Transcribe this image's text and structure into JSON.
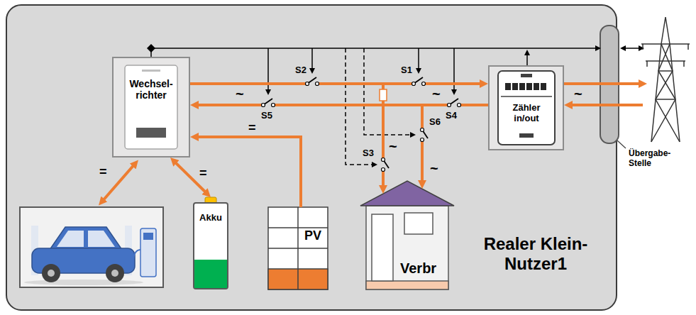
{
  "diagram": {
    "nodes": [
      {
        "text": [
          "Realer Klein-Nutzer1"
        ]
      },
      {
        "text": [
          "Wechsel- richter"
        ],
        "in": 0
      },
      {
        "text": [
          "Zähler in/out"
        ],
        "in": 0
      },
      {
        "text": [
          "Akku"
        ],
        "in": 0
      },
      {
        "text": [
          "PV"
        ],
        "in": 0
      },
      {
        "text": [
          "Verbr"
        ],
        "in": 0
      }
    ],
    "edges": [
      {
        "from": 1,
        "to": 2,
        "arrow": "to"
      },
      {
        "from": 2,
        "to": 1,
        "arrow": "to"
      },
      {
        "from": 1,
        "to": 5,
        "arrow": "to"
      },
      {
        "from": 2,
        "to": 5,
        "arrow": "to"
      },
      {
        "from": 1,
        "to": 3,
        "arrow": "both"
      },
      {
        "from": 4,
        "to": 1,
        "arrow": "to"
      }
    ],
    "labels": [
      "S2",
      "S1",
      "~",
      "S5",
      "~",
      "S4",
      "~",
      "=",
      "S6",
      "~",
      "S3",
      "~",
      "=",
      "=",
      "Übergabe- Stelle"
    ]
  }
}
